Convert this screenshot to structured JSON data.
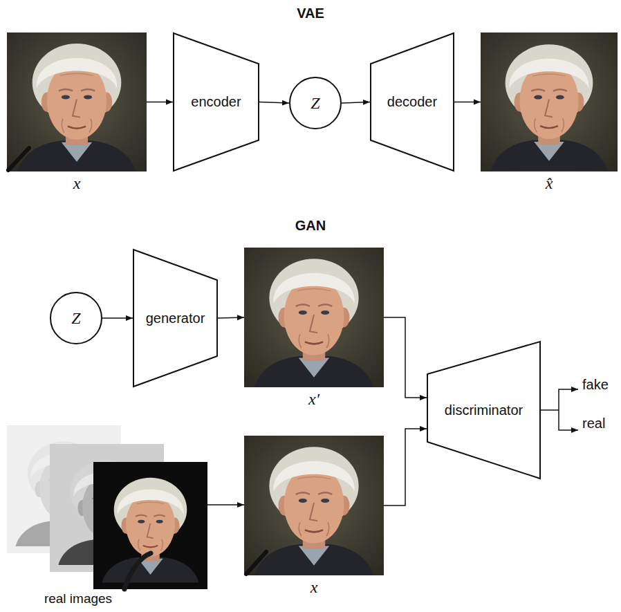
{
  "diagram": {
    "nodes": [
      {
        "text": [
          "x"
        ]
      },
      {
        "text": [
          "encoder"
        ]
      },
      {
        "text": [
          "Z"
        ]
      },
      {
        "text": [
          "decoder"
        ]
      },
      {
        "text": [
          "x̂"
        ]
      },
      {
        "text": [
          "Z"
        ]
      },
      {
        "text": [
          "generator"
        ]
      },
      {
        "text": [
          "x′"
        ]
      },
      {
        "text": [
          "discriminator"
        ]
      },
      {
        "text": [
          "real images"
        ]
      },
      {
        "text": [
          "x"
        ]
      }
    ],
    "edges": [
      {
        "from": 0,
        "to": 1,
        "arrow": "to"
      },
      {
        "from": 1,
        "to": 2,
        "arrow": "to"
      },
      {
        "from": 2,
        "to": 3,
        "arrow": "to"
      },
      {
        "from": 3,
        "to": 4,
        "arrow": "to"
      },
      {
        "from": 5,
        "to": 6,
        "arrow": "to"
      },
      {
        "from": 6,
        "to": 7,
        "arrow": "to"
      },
      {
        "from": 7,
        "to": 8,
        "arrow": "to"
      },
      {
        "from": 10,
        "to": 8,
        "arrow": "to"
      },
      {
        "from": 9,
        "to": 10,
        "arrow": "to"
      }
    ],
    "labels": [
      "VAE",
      "GAN",
      "fake",
      "real"
    ]
  }
}
